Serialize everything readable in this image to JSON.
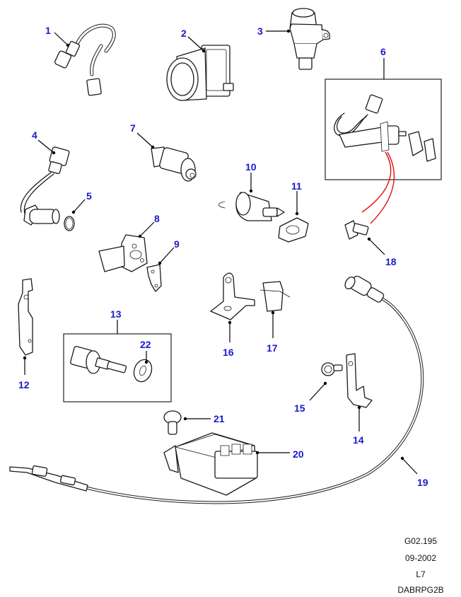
{
  "diagram": {
    "title": "Engine sensors and actuators parts diagram",
    "colors": {
      "callout_text": "#1a1acc",
      "line_art": "#1a1a1a",
      "highlight_wire": "#e01010",
      "background": "#ffffff"
    },
    "callouts": [
      {
        "id": "1",
        "label": "1"
      },
      {
        "id": "2",
        "label": "2"
      },
      {
        "id": "3",
        "label": "3"
      },
      {
        "id": "4",
        "label": "4"
      },
      {
        "id": "5",
        "label": "5"
      },
      {
        "id": "6",
        "label": "6"
      },
      {
        "id": "7",
        "label": "7"
      },
      {
        "id": "8",
        "label": "8"
      },
      {
        "id": "9",
        "label": "9"
      },
      {
        "id": "10",
        "label": "10"
      },
      {
        "id": "11",
        "label": "11"
      },
      {
        "id": "12",
        "label": "12"
      },
      {
        "id": "13",
        "label": "13"
      },
      {
        "id": "14",
        "label": "14"
      },
      {
        "id": "15",
        "label": "15"
      },
      {
        "id": "16",
        "label": "16"
      },
      {
        "id": "17",
        "label": "17"
      },
      {
        "id": "18",
        "label": "18"
      },
      {
        "id": "19",
        "label": "19"
      },
      {
        "id": "20",
        "label": "20"
      },
      {
        "id": "21",
        "label": "21"
      },
      {
        "id": "22",
        "label": "22"
      }
    ],
    "groups": [
      {
        "id": "6",
        "contains": [
          "sensor-with-harness",
          "nut-1",
          "nut-2"
        ]
      },
      {
        "id": "13",
        "contains": [
          "temperature-sender",
          "washer-22"
        ]
      }
    ]
  },
  "footer": {
    "ref_code": "G02.195",
    "date": "09-2002",
    "level": "L7",
    "doc_code": "DABRPG2B"
  }
}
